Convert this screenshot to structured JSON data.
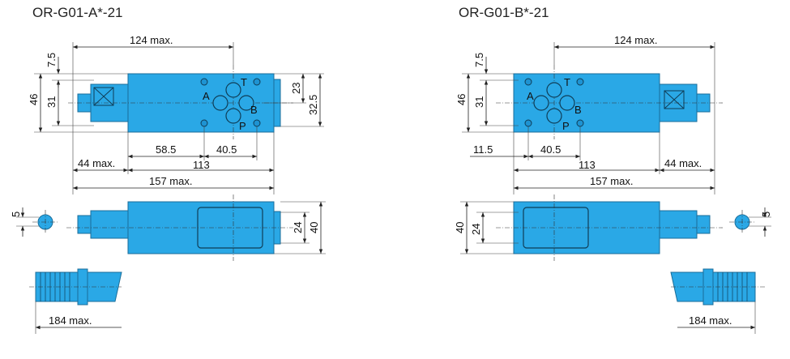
{
  "left": {
    "title": "OR-G01-A*-21",
    "dims": {
      "d124": "124 max.",
      "d75": "7.5",
      "d46": "46",
      "d31": "31",
      "d23": "23",
      "d325": "32.5",
      "d585": "58.5",
      "d405": "40.5",
      "d44": "44 max.",
      "d113": "113",
      "d157": "157 max.",
      "d5": "5",
      "d24": "24",
      "d40": "40",
      "d184": "184 max."
    },
    "ports": {
      "t": "T",
      "a": "A",
      "b": "B",
      "p": "P"
    }
  },
  "right": {
    "title": "OR-G01-B*-21",
    "dims": {
      "d124": "124 max.",
      "d75": "7.5",
      "d46": "46",
      "d31": "31",
      "d115": "11.5",
      "d405": "40.5",
      "d44": "44 max.",
      "d113": "113",
      "d157": "157 max.",
      "d5": "5",
      "d24": "24",
      "d40": "40",
      "d184": "184 max."
    },
    "ports": {
      "t": "T",
      "a": "A",
      "b": "B",
      "p": "P"
    }
  },
  "colors": {
    "body": "#2aa8e6",
    "outline": "#1b6d99",
    "dimension": "#222222"
  }
}
